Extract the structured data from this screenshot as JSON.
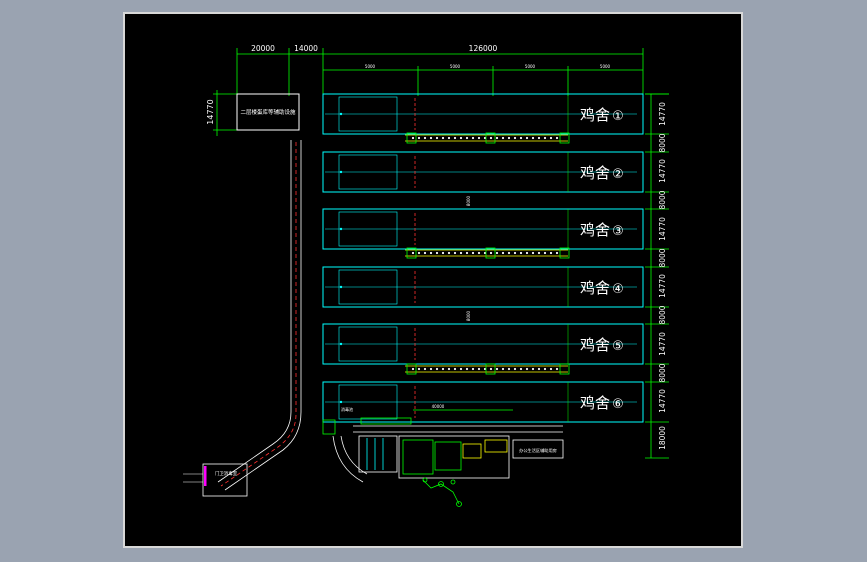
{
  "drawing": {
    "top_dims": [
      "20000",
      "14000",
      "126000"
    ],
    "sub_dims": [
      "5000",
      "5000",
      "5000",
      "5000"
    ],
    "right_dims": [
      "14770",
      "8000",
      "14770",
      "8000",
      "14770",
      "8000",
      "14770",
      "8000",
      "14770",
      "8000",
      "14770",
      "18000"
    ],
    "left_dim": "14770",
    "houses": [
      {
        "label": "鸡舍",
        "num": "①"
      },
      {
        "label": "鸡舍",
        "num": "②"
      },
      {
        "label": "鸡舍",
        "num": "③"
      },
      {
        "label": "鸡舍",
        "num": "④"
      },
      {
        "label": "鸡舍",
        "num": "⑤"
      },
      {
        "label": "鸡舍",
        "num": "⑥"
      }
    ],
    "top_building": "二层楼蛋库等辅助设施",
    "gate_building": "门卫消毒室",
    "service_building": "办公生活区辅助用房",
    "mid_dims": [
      "8000",
      "8000"
    ],
    "lower_dim": "40000",
    "small_label": "消毒池",
    "colors": {
      "background": "#000000",
      "wall": "#00ffff",
      "dim": "#00ff00",
      "road": "#ff3030",
      "text": "#ffffff",
      "accent": "#ffff00"
    }
  }
}
